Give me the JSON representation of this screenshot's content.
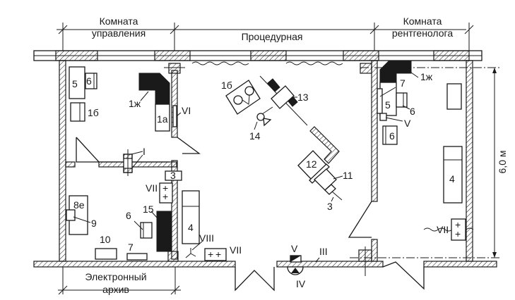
{
  "title": "Планировка рентгеновского кабинета",
  "rooms": {
    "control_line1": "Комната",
    "control_line2": "управления",
    "procedure": "Процедурная",
    "radiologist_line1": "Комната",
    "radiologist_line2": "рентгенолога",
    "archive_line1": "Электронный",
    "archive_line2": "архив"
  },
  "dimension": "6,0 м",
  "equipment_labels": {
    "control_5": "5",
    "control_6": "6",
    "control_1b": "1б",
    "control_1zh": "1ж",
    "control_1a": "1а",
    "control_VI": "VI",
    "archive_I": "I",
    "archive_3": "3",
    "archive_VII": "VII",
    "archive_8e": "8е",
    "archive_9": "9",
    "archive_15": "15",
    "archive_6": "6",
    "archive_4": "4",
    "archive_10": "10",
    "archive_7": "7",
    "archive_VIII": "VIII",
    "archive_VII_2": "VII",
    "proc_1b": "1б",
    "proc_13": "13",
    "proc_14": "14",
    "proc_12": "12",
    "proc_11": "11",
    "proc_3": "3",
    "proc_V": "V",
    "proc_III": "III",
    "proc_IV": "IV",
    "rad_1zh": "1ж",
    "rad_7": "7",
    "rad_5": "5",
    "rad_6a": "6",
    "rad_V": "V",
    "rad_6b": "6",
    "rad_4": "4",
    "rad_VII": "VII"
  }
}
